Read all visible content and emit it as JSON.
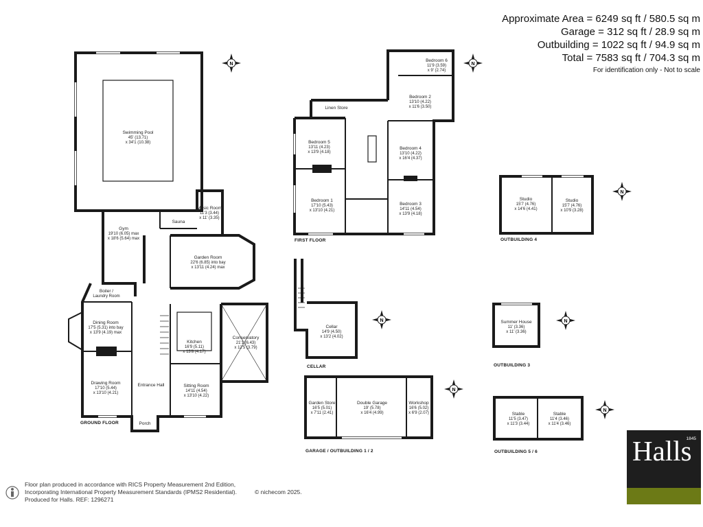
{
  "areas": {
    "approximate": "Approximate Area = 6249 sq ft / 580.5 sq m",
    "garage": "Garage = 312 sq ft / 28.9 sq m",
    "outbuilding": "Outbuilding = 1022 sq ft / 94.9 sq m",
    "total": "Total = 7583 sq ft / 704.3 sq m",
    "note": "For identification only - Not to scale"
  },
  "floor_labels": {
    "ground": "GROUND FLOOR",
    "first": "FIRST FLOOR",
    "cellar": "CELLAR",
    "garage": "GARAGE / OUTBUILDING 1 / 2",
    "out4": "OUTBUILDING 4",
    "out3": "OUTBUILDING 3",
    "out56": "OUTBUILDING 5 / 6"
  },
  "rooms": {
    "swimming_pool": [
      "Swimming Pool",
      "45' (13.71)",
      "x 34'1 (10.38)"
    ],
    "music_room": [
      "Music Room",
      "11'3 (3.44)",
      "x 11' (3.35)"
    ],
    "sauna": [
      "Sauna"
    ],
    "gym": [
      "Gym",
      "19'10 (6.05) max",
      "x 18'6 (5.64) max"
    ],
    "garden_room": [
      "Garden Room",
      "22'6 (6.85) into bay",
      "x 13'11 (4.24) max"
    ],
    "boiler": [
      "Boiler /",
      "Laundry Room"
    ],
    "dining_room": [
      "Dining Room",
      "17'5 (5.31) into bay",
      "x 13'9 (4.19) max"
    ],
    "kitchen": [
      "Kitchen",
      "16'9 (5.11)",
      "x 13'8 (4.17)"
    ],
    "conservatory": [
      "Conservatory",
      "21'1 (6.43)",
      "x 12'5 (3.79)"
    ],
    "drawing_room": [
      "Drawing Room",
      "17'10 (5.44)",
      "x 13'10 (4.21)"
    ],
    "entrance_hall": [
      "Entrance Hall"
    ],
    "sitting_room": [
      "Sitting Room",
      "14'11 (4.54)",
      "x 13'10 (4.22)"
    ],
    "porch": [
      "Porch"
    ],
    "bedroom6": [
      "Bedroom 6",
      "11'9 (3.59)",
      "x 9' (2.74)"
    ],
    "bedroom2": [
      "Bedroom 2",
      "13'10 (4.22)",
      "x 11'6 (3.50)"
    ],
    "linen_store": [
      "Linen Store"
    ],
    "bedroom5": [
      "Bedroom 5",
      "13'11 (4.23)",
      "x 13'9 (4.18)"
    ],
    "bedroom4": [
      "Bedroom 4",
      "13'10 (4.22)",
      "x 16'4 (4.37)"
    ],
    "bedroom1": [
      "Bedroom 1",
      "17'10 (5.43)",
      "x 13'10 (4.21)"
    ],
    "bedroom3": [
      "Bedroom 3",
      "14'11 (4.54)",
      "x 13'9 (4.18)"
    ],
    "studio1": [
      "Studio",
      "15'7 (4.76)",
      "x 14'6 (4.41)"
    ],
    "studio2": [
      "Studio",
      "15'7 (4.76)",
      "x 10'9 (3.28)"
    ],
    "cellar": [
      "Cellar",
      "14'9 (4.50)",
      "x 13'2 (4.02)"
    ],
    "summer_house": [
      "Summer House",
      "11' (3.36)",
      "x 11' (3.36)"
    ],
    "garden_store": [
      "Garden Store",
      "16'5 (5.01)",
      "x 7'11 (2.41)"
    ],
    "double_garage": [
      "Double Garage",
      "19' (5.78)",
      "x 16'4 (4.99)"
    ],
    "workshop": [
      "Workshop",
      "16'6 (5.02)",
      "x 6'9 (2.07)"
    ],
    "stable1": [
      "Stable",
      "11'5 (3.47)",
      "x 11'3 (3.44)"
    ],
    "stable2": [
      "Stable",
      "11'4 (3.46)",
      "x 11'4 (3.46)"
    ]
  },
  "compass_letter": "N",
  "footer": {
    "line1": "Floor plan produced in accordance with RICS Property Measurement 2nd Edition,",
    "line2": "Incorporating International Property Measurement Standards (IPMS2 Residential).",
    "copyright": "© nichecom 2025.",
    "line3": "Produced for Halls.  REF: 1296271"
  },
  "logo": {
    "word": "Halls",
    "year": "1845",
    "accent": "#6c7a16",
    "background": "#1e1e1e"
  },
  "colors": {
    "wall": "#1a1a1a",
    "window": "#ffffff"
  }
}
